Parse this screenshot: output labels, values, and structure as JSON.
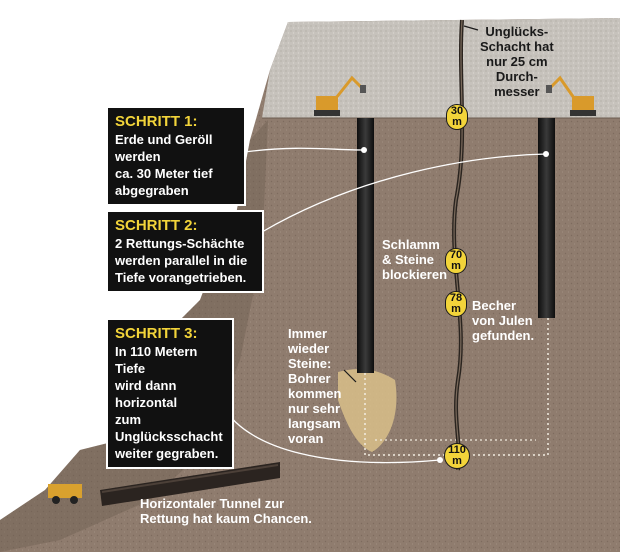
{
  "steps": [
    {
      "title": "SCHRITT 1:",
      "text": "Erde und Geröll werden\nca. 30 Meter tief\nabgegraben"
    },
    {
      "title": "SCHRITT 2:",
      "text": "2 Rettungs-Schächte\nwerden parallel in die\nTiefe vorangetrieben."
    },
    {
      "title": "SCHRITT 3:",
      "text": "In 110 Metern Tiefe\nwird dann horizontal\nzum Unglücksschacht\nweiter gegraben."
    }
  ],
  "labels": {
    "shaft_note": "Unglücks-\nSchacht hat\nnur 25 cm\nDurch-\nmesser",
    "mud": "Schlamm\n& Steine\nblockieren",
    "cup": "Becher\nvon Julen\ngefunden.",
    "stones": "Immer\nwieder\nSteine:\nBohrer\nkommen\nnur sehr\nlangsam\nvoran",
    "tunnel": "Horizontaler Tunnel zur\nRettung hat kaum Chancen."
  },
  "depths": [
    {
      "text": "30\nm"
    },
    {
      "text": "70\nm"
    },
    {
      "text": "78\nm"
    },
    {
      "text": "110\nm"
    }
  ],
  "colors": {
    "accent": "#f2d43a",
    "soil": "#8f7c6e",
    "gravel": "#c6c2bc",
    "shaft": "#1c1c1c",
    "box": "#111111"
  }
}
